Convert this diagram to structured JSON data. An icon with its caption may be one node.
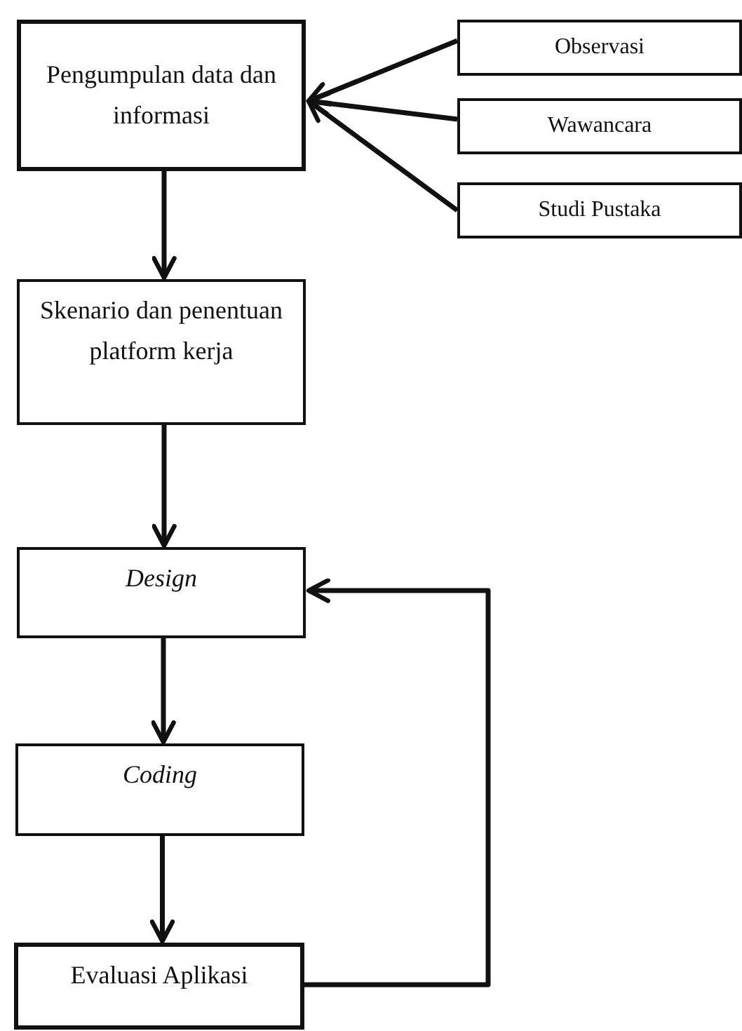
{
  "diagram": {
    "nodes": [
      {
        "text": [
          "Pengumpulan data dan informasi"
        ]
      },
      {
        "text": [
          "Observasi"
        ]
      },
      {
        "text": [
          "Wawancara"
        ]
      },
      {
        "text": [
          "Studi Pustaka"
        ]
      },
      {
        "text": [
          "Skenario dan penentuan platform kerja"
        ]
      },
      {
        "text": [
          "Design"
        ]
      },
      {
        "text": [
          "Coding"
        ]
      },
      {
        "text": [
          "Evaluasi Aplikasi"
        ]
      }
    ],
    "edges": [
      {
        "from": 1,
        "to": 0,
        "arrow": "to"
      },
      {
        "from": 2,
        "to": 0,
        "arrow": "to"
      },
      {
        "from": 3,
        "to": 0,
        "arrow": "to"
      },
      {
        "from": 0,
        "to": 4,
        "arrow": "to"
      },
      {
        "from": 4,
        "to": 5,
        "arrow": "to"
      },
      {
        "from": 5,
        "to": 6,
        "arrow": "to"
      },
      {
        "from": 6,
        "to": 7,
        "arrow": "to"
      },
      {
        "from": 7,
        "to": 5,
        "arrow": "to"
      }
    ]
  }
}
